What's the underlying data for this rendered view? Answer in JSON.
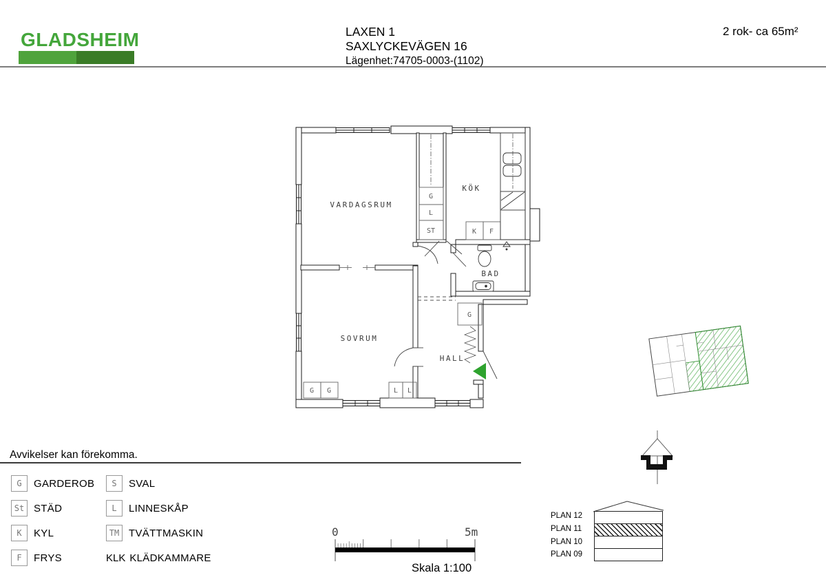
{
  "header": {
    "logo": "GLADSHEIM",
    "property": "LAXEN 1",
    "address": "SAXLYCKEVÄGEN 16",
    "apartment": "Lägenhet:74705-0003-(1102)",
    "size": "2 rok- ca 65m²",
    "colors": {
      "logo_green": "#44A63B",
      "bar_light": "#4FA33C",
      "bar_dark": "#3A7C27"
    }
  },
  "floorplan": {
    "rooms": {
      "living": "VARDAGSRUM",
      "kitchen": "KÖK",
      "bath": "BAD",
      "bedroom": "SOVRUM",
      "hall": "HALL"
    },
    "fixtures": {
      "g1": "G",
      "l1": "L",
      "st": "ST",
      "k": "K",
      "f": "F",
      "g_hall": "G",
      "g_sov_1": "G",
      "g_sov_2": "G",
      "l_sov_1": "L",
      "l_sov_2": "L"
    },
    "entrance_marker_color": "#2EA32E"
  },
  "site_plan": {
    "highlight_color": "#54AE54"
  },
  "floor_indicator": {
    "floors": [
      "PLAN 12",
      "PLAN 11",
      "PLAN 10",
      "PLAN 09"
    ],
    "current": "PLAN 11"
  },
  "disclaimer": "Avvikelser kan förekomma.",
  "legend": {
    "items": [
      {
        "symbol": "G",
        "label": "GARDEROB",
        "boxed": true
      },
      {
        "symbol": "St",
        "label": "STÄD",
        "boxed": true
      },
      {
        "symbol": "K",
        "label": "KYL",
        "boxed": true
      },
      {
        "symbol": "F",
        "label": "FRYS",
        "boxed": true
      },
      {
        "symbol": "S",
        "label": "SVAL",
        "boxed": true
      },
      {
        "symbol": "L",
        "label": "LINNESKÅP",
        "boxed": true
      },
      {
        "symbol": "TM",
        "label": "TVÄTTMASKIN",
        "boxed": true
      },
      {
        "symbol": "KLK",
        "label": "KLÄDKAMMARE",
        "boxed": false
      }
    ]
  },
  "scale_bar": {
    "start": "0",
    "end": "5m",
    "caption": "Skala 1:100"
  }
}
